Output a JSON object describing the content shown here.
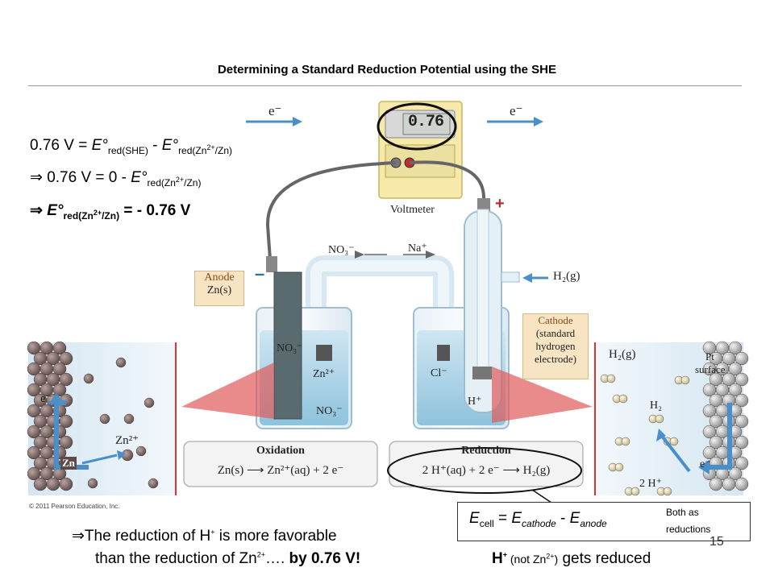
{
  "title": "Determining a Standard Reduction Potential using the SHE",
  "equations": {
    "line1": {
      "a": "0.76 V = ",
      "e1": "E°",
      "s1": "red(SHE)",
      "m": " - ",
      "e2": "E°",
      "s2": "red(Zn",
      "s2sup": "2+",
      "s2end": "/Zn)"
    },
    "line2": {
      "arrow": "⇒",
      "a": " 0.76 V = 0  - ",
      "e": "E°",
      "s": "red(Zn",
      "ssup": "2+",
      "send": "/Zn)"
    },
    "line3": {
      "arrow": "⇒",
      "e": " E°",
      "s": "red",
      "s2": "(Zn",
      "sup": "2+",
      "send": "/Zn)",
      "result": " = - 0.76 V"
    }
  },
  "diagram": {
    "electron": "e⁻",
    "voltmeter_reading": "0.76",
    "voltmeter_label": "Voltmeter",
    "minus": "–",
    "plus": "+",
    "no3_bridge": "NO₃⁻",
    "na_bridge": "Na⁺",
    "h2_gas": "H₂(g)",
    "anode_label": "Anode",
    "anode_sub": "Zn(s)",
    "cathode_lines": [
      "Cathode",
      "(standard",
      "hydrogen",
      "electrode)"
    ],
    "no3": "NO₃⁻",
    "zn2": "Zn²⁺",
    "cl": "Cl⁻",
    "hplus": "H⁺",
    "zn_atom": "Zn",
    "zn2_left": "Zn²⁺",
    "e_left": "e⁻",
    "h2g_right": "H₂(g)",
    "pt_surface_1": "Pt",
    "pt_surface_2": "surface",
    "h2_right": "H₂",
    "twoh_right": "2 H⁺",
    "e_right": "e⁻",
    "oxidation_title": "Oxidation",
    "oxidation_eq": "Zn(s)  ⟶  Zn²⁺(aq) + 2 e⁻",
    "reduction_title": "Reduction",
    "reduction_eq": "2 H⁺(aq) + 2 e⁻  ⟶  H₂(g)",
    "copyright": "© 2011 Pearson Education, Inc."
  },
  "ecell": {
    "e": "E",
    "cell": "cell",
    "eq": " = ",
    "e2": "E",
    "cathode": "cathode",
    "minus": " - ",
    "e3": "E",
    "anode": "anode"
  },
  "both_as_1": "Both as",
  "both_as_2": "reductions",
  "page_number": "15",
  "conclusion_1_arrow": "⇒",
  "conclusion_1": "The reduction of H",
  "conclusion_1_sup": "+",
  "conclusion_1_end": " is more favorable",
  "conclusion_2": "than the reduction of Zn",
  "conclusion_2_sup": "2+",
  "conclusion_2_end": "…. ",
  "conclusion_2_bold": "by 0.76 V!",
  "hplus_reduced_h": "H",
  "hplus_reduced_sup": "+",
  "hplus_reduced_paren": " (not Zn",
  "hplus_reduced_paren_sup": "2+",
  "hplus_reduced_paren_end": ")",
  "hplus_reduced_end": " gets reduced"
}
